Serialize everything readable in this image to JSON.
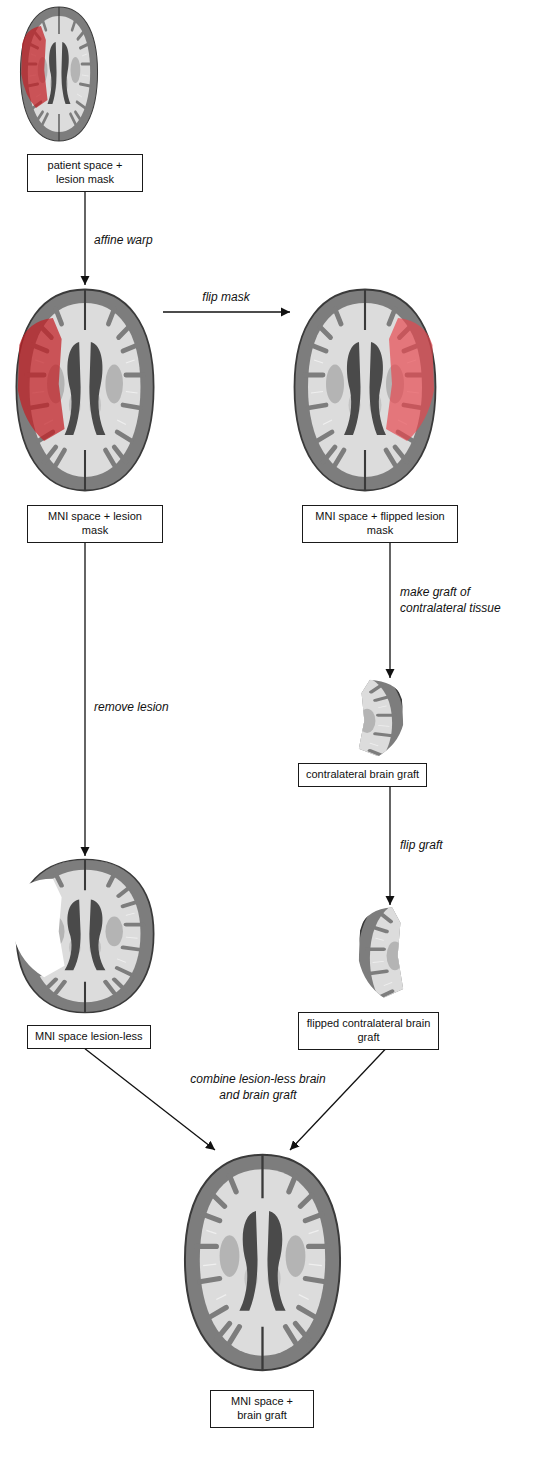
{
  "diagram": {
    "nodes": [
      {
        "text": [
          "patient space + lesion mask"
        ]
      },
      {
        "text": [
          "MNI space + lesion mask"
        ]
      },
      {
        "text": [
          "MNI space + flipped lesion mask"
        ]
      },
      {
        "text": [
          "contralateral brain graft"
        ]
      },
      {
        "text": [
          "MNI space lesion-less"
        ]
      },
      {
        "text": [
          "flipped contralateral brain graft"
        ]
      },
      {
        "text": [
          "MNI space + brain graft"
        ]
      }
    ],
    "edges": [
      {
        "from": 0,
        "to": 1,
        "arrow": "to",
        "label": "affine warp"
      },
      {
        "from": 1,
        "to": 2,
        "arrow": "to",
        "label": "flip mask"
      },
      {
        "from": 2,
        "to": 3,
        "arrow": "to",
        "label": "make graft of contralateral tissue"
      },
      {
        "from": 1,
        "to": 4,
        "arrow": "to",
        "label": "remove lesion"
      },
      {
        "from": 3,
        "to": 5,
        "arrow": "to",
        "label": "flip graft"
      },
      {
        "from": 4,
        "to": 6,
        "arrow": "to",
        "label": "combine lesion-less brain and brain graft"
      },
      {
        "from": 5,
        "to": 6,
        "arrow": "to"
      }
    ]
  }
}
